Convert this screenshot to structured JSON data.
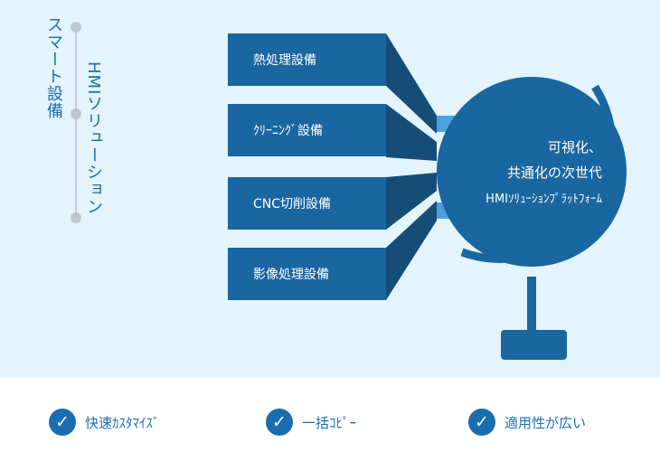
{
  "timeline": {
    "label1": "スマート設備",
    "label2": "HMIソリューション"
  },
  "equipment": [
    "熱処理設備",
    "ｸﾘｰﾆﾝｸﾞ設備",
    "CNC切削設備",
    "影像処理設備"
  ],
  "globe": {
    "line1": "可視化、",
    "line2": "共通化の次世代",
    "line3": "HMIｿﾘｭｰｼｮﾝﾌﾟﾗｯﾄﾌｫｰﾑ"
  },
  "features": [
    "快速ｶｽﾀﾏｲｽﾞ",
    "一括ｺﾋﾟｰ",
    "適用性が広い"
  ],
  "colors": {
    "primary": "#1a66a0",
    "dark": "#154d77",
    "light": "#4da0e0",
    "bg": "#e3f4fc"
  }
}
